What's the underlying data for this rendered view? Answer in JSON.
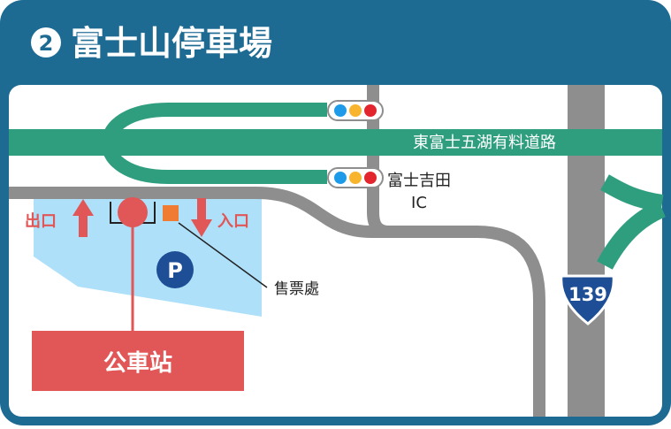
{
  "header": {
    "number": "2",
    "title": "富士山停車場"
  },
  "map": {
    "expressway_label": "東富士五湖有料道路",
    "ic_label_line1": "富士吉田",
    "ic_label_line2": "IC",
    "exit_label": "出口",
    "entrance_label": "入口",
    "parking_symbol": "P",
    "ticket_office_label": "售票處",
    "bus_stop_label": "公車站",
    "route_number": "139"
  },
  "colors": {
    "frame_blue": "#1d6a92",
    "expressway_green": "#2f9e7f",
    "road_gray": "#8e8e8e",
    "parking_blue": "#aee0fa",
    "bus_red": "#e15656",
    "ticket_orange": "#f07c34",
    "route_shield_blue": "#1e4f96"
  },
  "icons": [
    "traffic-light-icon",
    "up-arrow-icon",
    "down-arrow-icon",
    "parking-icon",
    "route-shield-icon"
  ]
}
